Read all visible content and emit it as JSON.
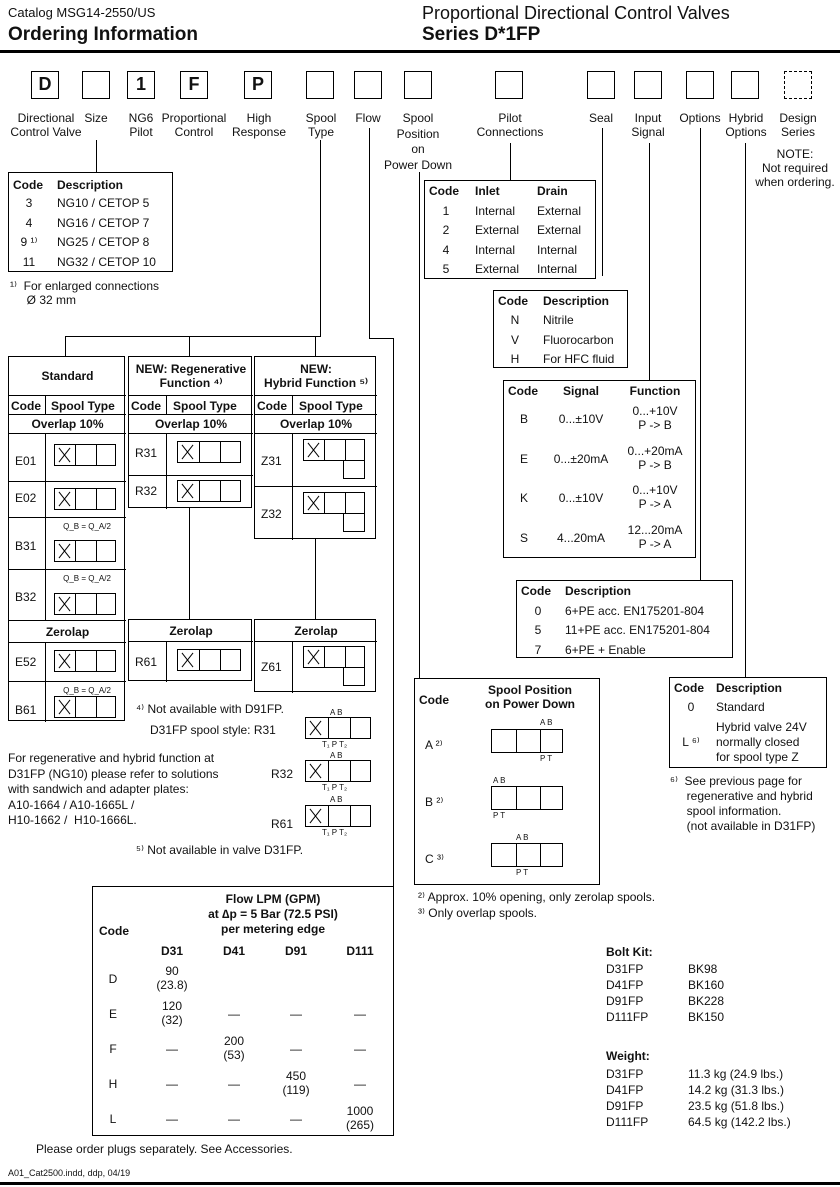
{
  "header": {
    "catalog": "Catalog MSG14-2550/US",
    "left_title": "Ordering Information",
    "right_title": "Proportional Directional Control Valves",
    "series": "Series D*1FP"
  },
  "code_boxes": [
    "D",
    "",
    "1",
    "F",
    "P",
    "",
    "",
    "",
    "",
    "",
    "",
    "",
    "",
    ""
  ],
  "labels": {
    "directional": "Directional\nControl Valve",
    "size": "Size",
    "ng6": "NG6\nPilot",
    "proportional": "Proportional\nControl",
    "high": "High\nResponse",
    "spool_type": "Spool\nType",
    "flow": "Flow",
    "spool_position": "Spool\nPosition\non\nPower Down",
    "pilot": "Pilot\nConnections",
    "seal": "Seal",
    "input": "Input\nSignal",
    "options": "Options",
    "hybrid": "Hybrid\nOptions",
    "design": "Design\nSeries",
    "design_note": "NOTE:\nNot required\nwhen ordering."
  },
  "size_table": {
    "headers": [
      "Code",
      "Description"
    ],
    "rows": [
      [
        "3",
        "NG10 / CETOP 5"
      ],
      [
        "4",
        "NG16 / CETOP 7"
      ],
      [
        "9 ¹⁾",
        "NG25 / CETOP 8"
      ],
      [
        "11",
        "NG32 / CETOP 10"
      ]
    ],
    "note": "¹⁾  For enlarged connections\n     Ø 32 mm"
  },
  "pilot_table": {
    "headers": [
      "Code",
      "Inlet",
      "Drain"
    ],
    "rows": [
      [
        "1",
        "Internal",
        "External"
      ],
      [
        "2",
        "External",
        "External"
      ],
      [
        "4",
        "Internal",
        "Internal"
      ],
      [
        "5",
        "External",
        "Internal"
      ]
    ]
  },
  "seal_table": {
    "headers": [
      "Code",
      "Description"
    ],
    "rows": [
      [
        "N",
        "Nitrile"
      ],
      [
        "V",
        "Fluorocarbon"
      ],
      [
        "H",
        "For HFC fluid"
      ]
    ]
  },
  "signal_table": {
    "headers": [
      "Code",
      "Signal",
      "Function"
    ],
    "rows": [
      [
        "B",
        "0...±10V",
        "0...+10V\nP -> B"
      ],
      [
        "E",
        "0...±20mA",
        "0...+20mA\nP -> B"
      ],
      [
        "K",
        "0...±10V",
        "0...+10V\nP -> A"
      ],
      [
        "S",
        "4...20mA",
        "12...20mA\nP -> A"
      ]
    ]
  },
  "options_table": {
    "headers": [
      "Code",
      "Description"
    ],
    "rows": [
      [
        "0",
        "6+PE acc. EN175201-804"
      ],
      [
        "5",
        "11+PE acc. EN175201-804"
      ],
      [
        "7",
        "6+PE + Enable"
      ]
    ]
  },
  "hybrid_table": {
    "headers": [
      "Code",
      "Description"
    ],
    "rows": [
      [
        "0",
        "Standard"
      ],
      [
        "L ⁶⁾",
        "Hybrid valve 24V\nnormally closed\nfor spool type Z"
      ]
    ],
    "note": "⁶⁾  See previous page for\n     regenerative and hybrid\n     spool information.\n     (not available in D31FP)"
  },
  "spool_tables": {
    "standard": {
      "title": "Standard",
      "code_h": "Code",
      "type_h": "Spool Type",
      "overlap": "Overlap 10%",
      "zerolap": "Zerolap",
      "codes": [
        "E01",
        "E02",
        "B31",
        "B32"
      ],
      "zerolap_codes": [
        "E52",
        "B61"
      ]
    },
    "regen": {
      "title": "NEW: Regenerative\nFunction ⁴⁾",
      "code_h": "Code",
      "type_h": "Spool Type",
      "overlap": "Overlap 10%",
      "zerolap": "Zerolap",
      "codes": [
        "R31",
        "R32"
      ],
      "zerolap_codes": [
        "R61"
      ]
    },
    "hybrid": {
      "title": "NEW:\nHybrid Function ⁵⁾",
      "code_h": "Code",
      "type_h": "Spool Type",
      "overlap": "Overlap 10%",
      "zerolap": "Zerolap",
      "codes": [
        "Z31",
        "Z32"
      ],
      "zerolap_codes": [
        "Z61"
      ]
    },
    "q_label": "Q_B = Q_A/2",
    "port_ab": "A B",
    "port_pt": "P T",
    "port_tpt": "T₁ P T₂"
  },
  "spool_notes": {
    "n4": "⁴⁾  Not available with D91FP.",
    "d31": "D31FP  spool style: R31",
    "r32": "R32",
    "r61": "R61",
    "regen_text": "For regenerative and hybrid function at\nD31FP (NG10) please refer to solutions\nwith sandwich and adapter plates:\nA10-1664 / A10-1665L /\nH10-1662 /  H10-1666L.",
    "n5": "⁵⁾  Not available in valve D31FP."
  },
  "power_down": {
    "code_h": "Code",
    "title": "Spool Position\non Power Down",
    "rows": [
      "A ²⁾",
      "B ²⁾",
      "C ³⁾"
    ],
    "n2": "²⁾  Approx. 10% opening, only zerolap spools.",
    "n3": "³⁾  Only overlap spools."
  },
  "flow_table": {
    "code_h": "Code",
    "title": "Flow LPM (GPM)\nat ∆p = 5 Bar (72.5 PSI)\nper metering edge",
    "cols": [
      "D31",
      "D41",
      "D91",
      "D111"
    ],
    "rows": [
      [
        "D",
        "90\n(23.8)",
        "",
        "",
        ""
      ],
      [
        "E",
        "120\n(32)",
        "—",
        "—",
        "—"
      ],
      [
        "F",
        "—",
        "200\n(53)",
        "—",
        "—"
      ],
      [
        "H",
        "—",
        "—",
        "450\n(119)",
        "—"
      ],
      [
        "L",
        "—",
        "—",
        "—",
        "1000\n(265)"
      ]
    ],
    "plugs": "Please order plugs separately. See Accessories."
  },
  "bolt_kit": {
    "title": "Bolt Kit:",
    "rows": [
      [
        "D31FP",
        "BK98"
      ],
      [
        "D41FP",
        "BK160"
      ],
      [
        "D91FP",
        "BK228"
      ],
      [
        "D111FP",
        "BK150"
      ]
    ]
  },
  "weight": {
    "title": "Weight:",
    "rows": [
      [
        "D31FP",
        "11.3 kg (24.9 lbs.)"
      ],
      [
        "D41FP",
        "14.2 kg (31.3 lbs.)"
      ],
      [
        "D91FP",
        "23.5 kg (51.8 lbs.)"
      ],
      [
        "D111FP",
        "64.5 kg (142.2 lbs.)"
      ]
    ]
  },
  "footer": "A01_Cat2500.indd, ddp, 04/19"
}
